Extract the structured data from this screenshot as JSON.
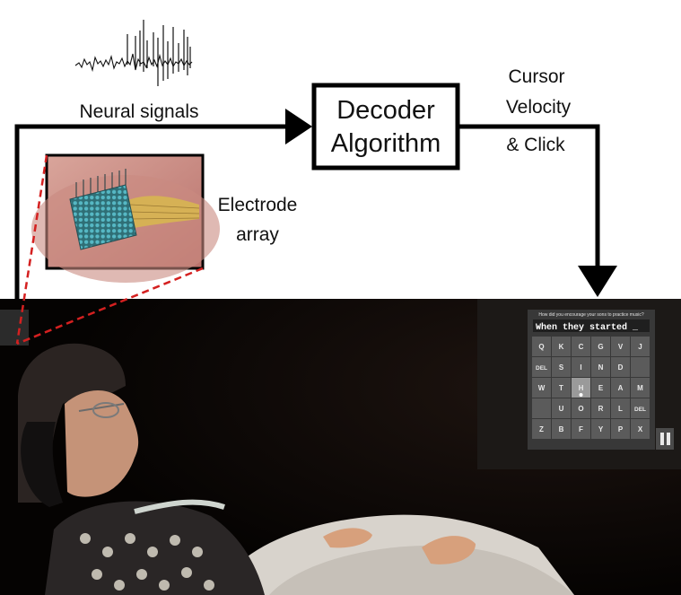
{
  "diagram": {
    "neural_label": "Neural signals",
    "decoder_line1": "Decoder",
    "decoder_line2": "Algorithm",
    "output_line1": "Cursor",
    "output_line2": "Velocity",
    "output_line3": "& Click",
    "electrode_line1": "Electrode",
    "electrode_line2": "array"
  },
  "screen": {
    "question": "How did you encourage your sons to practice music?",
    "typed_text": "When they started _",
    "keys": [
      [
        "Q",
        "K",
        "C",
        "G",
        "V",
        "J"
      ],
      [
        "DEL",
        "S",
        "I",
        "N",
        "D",
        ""
      ],
      [
        "W",
        "T",
        "H",
        "E",
        "A",
        "M"
      ],
      [
        "",
        "U",
        "O",
        "R",
        "L",
        "DEL"
      ],
      [
        "Z",
        "B",
        "F",
        "Y",
        "P",
        "X"
      ]
    ],
    "pause_icon": "pause-icon"
  },
  "colors": {
    "line": "#000000",
    "zoom_dash": "#d42020",
    "photo_bg": "#0d0705",
    "screen_bg": "#383838",
    "key_bg": "#5b5b5b",
    "key_highlight": "#9a9a9a",
    "electrode_dots": "#56b8c4",
    "wires": "#d6b155"
  }
}
